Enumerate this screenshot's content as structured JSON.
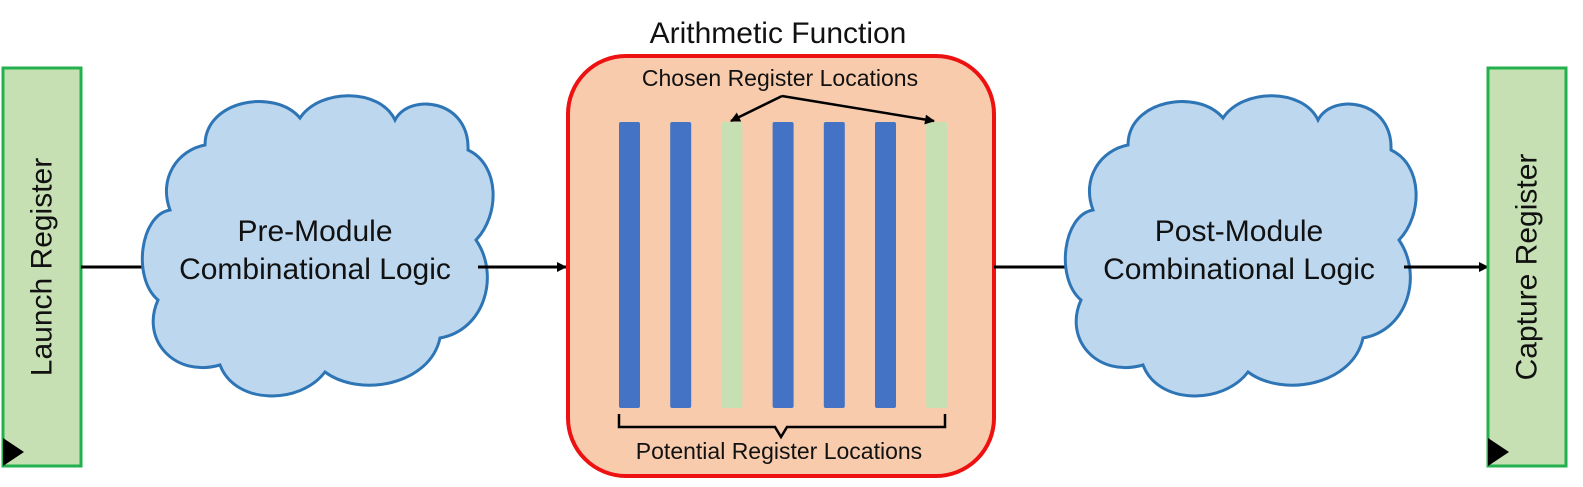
{
  "launch_register": {
    "label": "Launch Register"
  },
  "capture_register": {
    "label": "Capture Register"
  },
  "pre_module": {
    "line1": "Pre-Module",
    "line2": "Combinational Logic"
  },
  "post_module": {
    "line1": "Post-Module",
    "line2": "Combinational Logic"
  },
  "arithmetic_function": {
    "title": "Arithmetic Function",
    "chosen_label": "Chosen Register Locations",
    "potential_label": "Potential Register Locations",
    "columns": [
      "potential",
      "potential",
      "chosen",
      "potential",
      "potential",
      "potential",
      "chosen"
    ]
  },
  "colors": {
    "register_fill": "#c6e0b4",
    "register_border": "#22b14c",
    "cloud_fill": "#bdd7ee",
    "cloud_stroke": "#2e75b6",
    "module_fill": "#f8cbad",
    "module_border": "#ee1111",
    "potential_column": "#4472c4",
    "chosen_column": "#c6e0b4",
    "arrow": "#000000"
  }
}
